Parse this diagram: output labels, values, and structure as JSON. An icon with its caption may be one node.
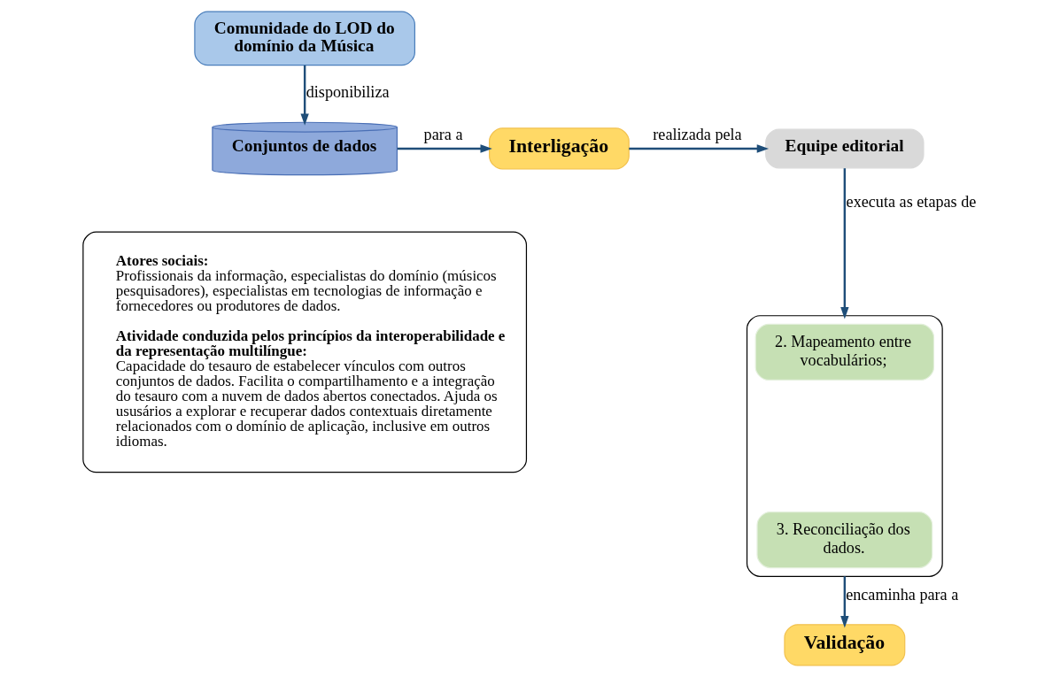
{
  "diagram": {
    "nodes": [
      {
        "text": [
          "Comunidade do LOD do domínio da Música"
        ]
      },
      {
        "text": [
          "Conjuntos de dados"
        ]
      },
      {
        "text": [
          "Interligação"
        ]
      },
      {
        "text": [
          "Equipe editorial"
        ]
      },
      {
        "text": [],
        "shape": "bracket"
      },
      {
        "text": [
          "2. Mapeamento entre vocabulários;"
        ],
        "in": 4
      },
      {
        "text": [
          "3. Reconciliação dos dados."
        ],
        "in": 4
      },
      {
        "text": [
          "Validação"
        ]
      },
      {
        "text": [
          "**Atores sociais:** Profissionais da informação, especialistas do domínio (músicos pesquisadores), especialistas em tecnologias de informação e fornecedores ou produtores de dados.",
          "**Atividade conduzida pelos princípios da interoperabilidade e da representação multilíngue**: Capacidade do tesauro de estabelecer vínculos com outros conjuntos de dados. Facilita o compartilhamento e a integração do tesauro com a nuvem de dados abertos conectados. Ajuda os ususários a explorar e recuperar dados contextuais diretamente relacionados com o domínio de aplicação, inclusive em outros idiomas."
        ]
      }
    ],
    "edges": [
      {
        "from": 0,
        "to": 1,
        "arrow": "to",
        "label": "disponibiliza"
      },
      {
        "from": 1,
        "to": 2,
        "arrow": "to",
        "label": "para a"
      },
      {
        "from": 2,
        "to": 3,
        "arrow": "to",
        "label": "realizada pela"
      },
      {
        "from": 3,
        "to": 4,
        "arrow": "to",
        "label": "executa as etapas de"
      },
      {
        "from": 4,
        "to": 7,
        "arrow": "to",
        "label": "encaminha para a"
      }
    ]
  }
}
